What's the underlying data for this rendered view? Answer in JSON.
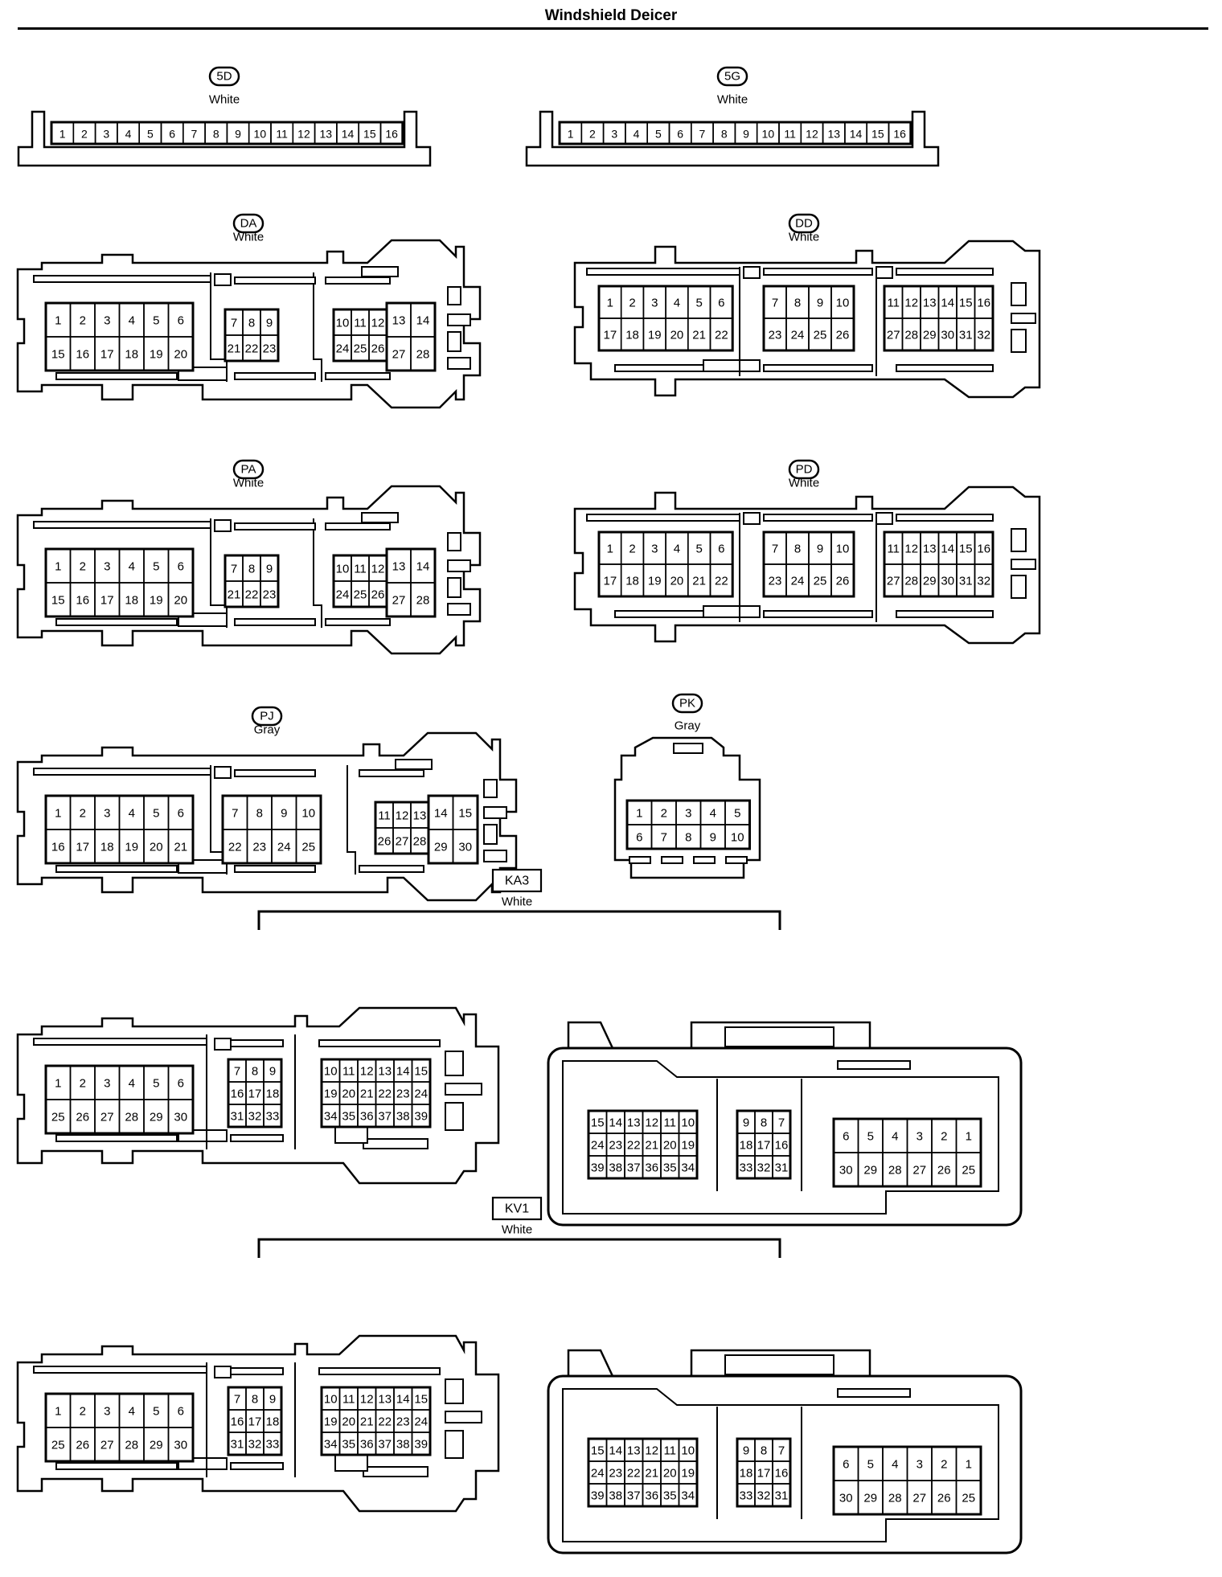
{
  "title": "Windshield Deicer",
  "connectors": [
    {
      "id": "5D",
      "color": "White",
      "style": "strip",
      "rows": [
        [
          "1",
          "2",
          "3",
          "4",
          "5",
          "6",
          "7",
          "8",
          "9",
          "10",
          "11",
          "12",
          "13",
          "14",
          "15",
          "16"
        ]
      ]
    },
    {
      "id": "5G",
      "color": "White",
      "style": "strip",
      "rows": [
        [
          "1",
          "2",
          "3",
          "4",
          "5",
          "6",
          "7",
          "8",
          "9",
          "10",
          "11",
          "12",
          "13",
          "14",
          "15",
          "16"
        ]
      ]
    },
    {
      "id": "DA",
      "color": "White",
      "style": "ecu-28",
      "blocks": [
        [
          [
            "1",
            "2",
            "3",
            "4",
            "5",
            "6"
          ],
          [
            "15",
            "16",
            "17",
            "18",
            "19",
            "20"
          ]
        ],
        [
          [
            "7",
            "8",
            "9"
          ],
          [
            "21",
            "22",
            "23"
          ]
        ],
        [
          [
            "10",
            "11",
            "12"
          ],
          [
            "24",
            "25",
            "26"
          ]
        ],
        [
          [
            "13",
            "14"
          ],
          [
            "27",
            "28"
          ]
        ]
      ]
    },
    {
      "id": "DD",
      "color": "White",
      "style": "ecu-32",
      "blocks": [
        [
          [
            "1",
            "2",
            "3",
            "4",
            "5",
            "6"
          ],
          [
            "17",
            "18",
            "19",
            "20",
            "21",
            "22"
          ]
        ],
        [
          [
            "7",
            "8",
            "9",
            "10"
          ],
          [
            "23",
            "24",
            "25",
            "26"
          ]
        ],
        [
          [
            "11",
            "12",
            "13",
            "14",
            "15",
            "16"
          ],
          [
            "27",
            "28",
            "29",
            "30",
            "31",
            "32"
          ]
        ]
      ]
    },
    {
      "id": "PA",
      "color": "White",
      "style": "ecu-28",
      "blocks": [
        [
          [
            "1",
            "2",
            "3",
            "4",
            "5",
            "6"
          ],
          [
            "15",
            "16",
            "17",
            "18",
            "19",
            "20"
          ]
        ],
        [
          [
            "7",
            "8",
            "9"
          ],
          [
            "21",
            "22",
            "23"
          ]
        ],
        [
          [
            "10",
            "11",
            "12"
          ],
          [
            "24",
            "25",
            "26"
          ]
        ],
        [
          [
            "13",
            "14"
          ],
          [
            "27",
            "28"
          ]
        ]
      ]
    },
    {
      "id": "PD",
      "color": "White",
      "style": "ecu-32",
      "blocks": [
        [
          [
            "1",
            "2",
            "3",
            "4",
            "5",
            "6"
          ],
          [
            "17",
            "18",
            "19",
            "20",
            "21",
            "22"
          ]
        ],
        [
          [
            "7",
            "8",
            "9",
            "10"
          ],
          [
            "23",
            "24",
            "25",
            "26"
          ]
        ],
        [
          [
            "11",
            "12",
            "13",
            "14",
            "15",
            "16"
          ],
          [
            "27",
            "28",
            "29",
            "30",
            "31",
            "32"
          ]
        ]
      ]
    },
    {
      "id": "PJ",
      "color": "Gray",
      "style": "ecu-30",
      "blocks": [
        [
          [
            "1",
            "2",
            "3",
            "4",
            "5",
            "6"
          ],
          [
            "16",
            "17",
            "18",
            "19",
            "20",
            "21"
          ]
        ],
        [
          [
            "7",
            "8",
            "9",
            "10"
          ],
          [
            "22",
            "23",
            "24",
            "25"
          ]
        ],
        [
          [
            "11",
            "12",
            "13"
          ],
          [
            "26",
            "27",
            "28"
          ]
        ],
        [
          [
            "14",
            "15"
          ],
          [
            "29",
            "30"
          ]
        ]
      ]
    },
    {
      "id": "PK",
      "color": "Gray",
      "style": "small-10",
      "rows": [
        [
          "1",
          "2",
          "3",
          "4",
          "5"
        ],
        [
          "6",
          "7",
          "8",
          "9",
          "10"
        ]
      ]
    },
    {
      "id": "KA3",
      "color": "White",
      "style": "pair-39",
      "male": [
        [
          [
            "1",
            "2",
            "3",
            "4",
            "5",
            "6"
          ],
          [
            "25",
            "26",
            "27",
            "28",
            "29",
            "30"
          ]
        ],
        [
          [
            "7",
            "8",
            "9"
          ],
          [
            "16",
            "17",
            "18"
          ],
          [
            "31",
            "32",
            "33"
          ]
        ],
        [
          [
            "10",
            "11",
            "12",
            "13",
            "14",
            "15"
          ],
          [
            "19",
            "20",
            "21",
            "22",
            "23",
            "24"
          ],
          [
            "34",
            "35",
            "36",
            "37",
            "38",
            "39"
          ]
        ]
      ],
      "female": [
        [
          [
            "15",
            "14",
            "13",
            "12",
            "11",
            "10"
          ],
          [
            "24",
            "23",
            "22",
            "21",
            "20",
            "19"
          ],
          [
            "39",
            "38",
            "37",
            "36",
            "35",
            "34"
          ]
        ],
        [
          [
            "9",
            "8",
            "7"
          ],
          [
            "18",
            "17",
            "16"
          ],
          [
            "33",
            "32",
            "31"
          ]
        ],
        [
          [
            "6",
            "5",
            "4",
            "3",
            "2",
            "1"
          ],
          [
            "30",
            "29",
            "28",
            "27",
            "26",
            "25"
          ]
        ]
      ]
    },
    {
      "id": "KV1",
      "color": "White",
      "style": "pair-39",
      "male": [
        [
          [
            "1",
            "2",
            "3",
            "4",
            "5",
            "6"
          ],
          [
            "25",
            "26",
            "27",
            "28",
            "29",
            "30"
          ]
        ],
        [
          [
            "7",
            "8",
            "9"
          ],
          [
            "16",
            "17",
            "18"
          ],
          [
            "31",
            "32",
            "33"
          ]
        ],
        [
          [
            "10",
            "11",
            "12",
            "13",
            "14",
            "15"
          ],
          [
            "19",
            "20",
            "21",
            "22",
            "23",
            "24"
          ],
          [
            "34",
            "35",
            "36",
            "37",
            "38",
            "39"
          ]
        ]
      ],
      "female": [
        [
          [
            "15",
            "14",
            "13",
            "12",
            "11",
            "10"
          ],
          [
            "24",
            "23",
            "22",
            "21",
            "20",
            "19"
          ],
          [
            "39",
            "38",
            "37",
            "36",
            "35",
            "34"
          ]
        ],
        [
          [
            "9",
            "8",
            "7"
          ],
          [
            "18",
            "17",
            "16"
          ],
          [
            "33",
            "32",
            "31"
          ]
        ],
        [
          [
            "6",
            "5",
            "4",
            "3",
            "2",
            "1"
          ],
          [
            "30",
            "29",
            "28",
            "27",
            "26",
            "25"
          ]
        ]
      ]
    }
  ]
}
